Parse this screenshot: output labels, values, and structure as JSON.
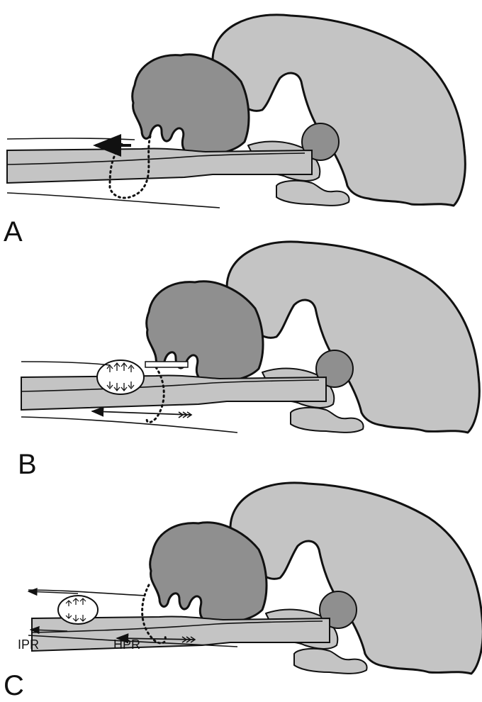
{
  "panels": [
    {
      "letter": "A"
    },
    {
      "letter": "B"
    },
    {
      "letter": "C",
      "labels": {
        "ipr": "IPR",
        "hpr": "HPR"
      }
    }
  ],
  "colors": {
    "brain_fill": "#c4c4c4",
    "cerebellum_fill": "#8f8f8f",
    "outline": "#111111",
    "background": "#ffffff"
  }
}
